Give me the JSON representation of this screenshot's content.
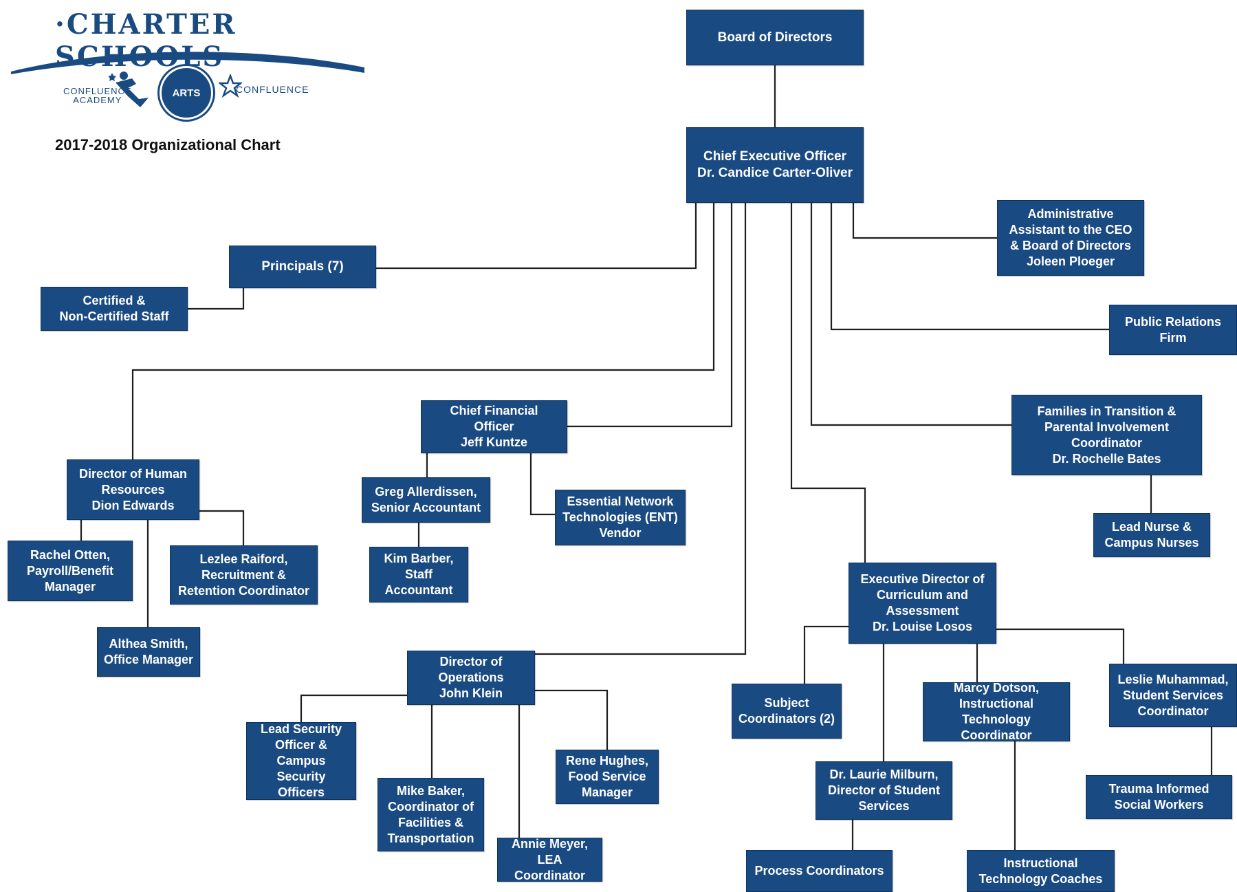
{
  "header": {
    "logo_text": "·CHARTER SCHOOLS·",
    "school_1": "CONFLUENCE\nACADEMY",
    "seal_text": "ARTS",
    "school_3": "CONFLUENCE",
    "title": "2017-2018 Organizational Chart"
  },
  "colors": {
    "box_fill": "#1a4a82",
    "box_text": "#ffffff",
    "connector": "#1f1f1f"
  },
  "nodes": {
    "board": {
      "title": "Board of Directors",
      "name": ""
    },
    "ceo": {
      "title": "Chief Executive Officer",
      "name": "Dr. Candice Carter-Oliver"
    },
    "admin_asst": {
      "title": "Administrative\nAssistant to the CEO\n& Board of Directors",
      "name": "Joleen Ploeger"
    },
    "pr_firm": {
      "title": "Public Relations\nFirm",
      "name": ""
    },
    "principals": {
      "title": "Principals (7)",
      "name": ""
    },
    "certified_staff": {
      "title": "Certified &\nNon-Certified Staff",
      "name": ""
    },
    "hr_director": {
      "title": "Director of Human\nResources",
      "name": "Dion Edwards"
    },
    "payroll": {
      "title": "Rachel Otten,\nPayroll/Benefit\nManager",
      "name": ""
    },
    "recruitment": {
      "title": "Lezlee Raiford,\nRecruitment &\nRetention Coordinator",
      "name": ""
    },
    "office_mgr": {
      "title": "Althea Smith,\nOffice Manager",
      "name": ""
    },
    "cfo": {
      "title": "Chief Financial\nOfficer",
      "name": "Jeff Kuntze"
    },
    "senior_acct": {
      "title": "Greg Allerdissen,\nSenior Accountant",
      "name": ""
    },
    "staff_acct": {
      "title": "Kim Barber,\nStaff\nAccountant",
      "name": ""
    },
    "ent": {
      "title": "Essential Network\nTechnologies (ENT)\nVendor",
      "name": ""
    },
    "families": {
      "title": "Families in Transition &\nParental Involvement\nCoordinator",
      "name": "Dr. Rochelle Bates"
    },
    "nurse": {
      "title": "Lead Nurse &\nCampus Nurses",
      "name": ""
    },
    "curriculum": {
      "title": "Executive Director of\nCurriculum and\nAssessment",
      "name": "Dr. Louise Losos"
    },
    "subject_coord": {
      "title": "Subject\nCoordinators (2)",
      "name": ""
    },
    "tech_coord": {
      "title": "Marcy Dotson,\nInstructional\nTechnology Coordinator",
      "name": ""
    },
    "student_services_coord": {
      "title": "Leslie Muhammad,\nStudent Services\nCoordinator",
      "name": ""
    },
    "student_services_dir": {
      "title": "Dr. Laurie Milburn,\nDirector of Student\nServices",
      "name": ""
    },
    "process_coord": {
      "title": "Process Coordinators",
      "name": ""
    },
    "tech_coaches": {
      "title": "Instructional\nTechnology Coaches",
      "name": ""
    },
    "social_workers": {
      "title": "Trauma Informed\nSocial Workers",
      "name": ""
    },
    "operations": {
      "title": "Director of\nOperations",
      "name": "John Klein"
    },
    "security": {
      "title": "Lead Security\nOfficer &\nCampus Security\nOfficers",
      "name": ""
    },
    "facilities": {
      "title": "Mike Baker,\nCoordinator of\nFacilities &\nTransportation",
      "name": ""
    },
    "lea": {
      "title": "Annie Meyer,\nLEA Coordinator",
      "name": ""
    },
    "food": {
      "title": "Rene Hughes,\nFood Service\nManager",
      "name": ""
    }
  }
}
